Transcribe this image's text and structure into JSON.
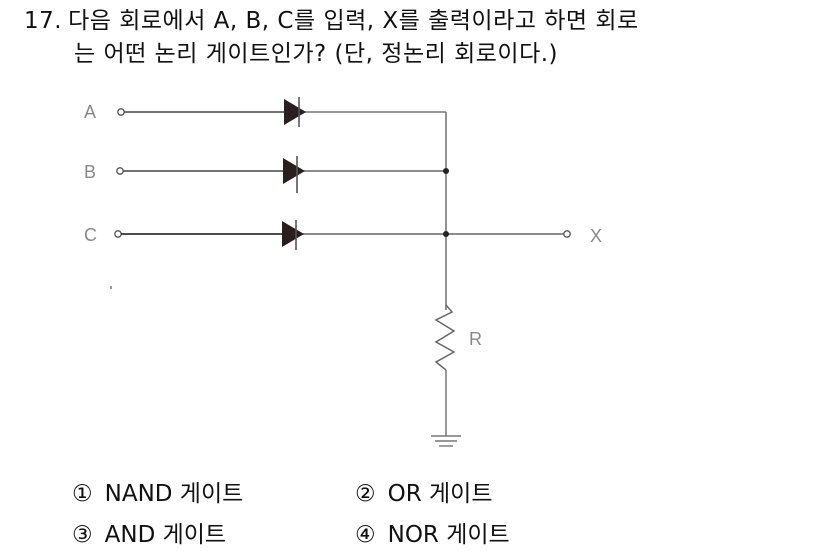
{
  "question": {
    "number": "17.",
    "line1": "다음 회로에서 A, B, C를 입력, X를 출력이라고 하면 회로",
    "line2": "는 어떤 논리 게이트인가? (단, 정논리 회로이다.)"
  },
  "diagram": {
    "inputs": [
      "A",
      "B",
      "C"
    ],
    "output": "X",
    "resistor_label": "R",
    "components": [
      "diode-A",
      "diode-B",
      "diode-C",
      "resistor-R",
      "ground"
    ]
  },
  "choices": [
    {
      "mark": "①",
      "label": "NAND 게이트"
    },
    {
      "mark": "②",
      "label": "OR 게이트"
    },
    {
      "mark": "③",
      "label": "AND 게이트"
    },
    {
      "mark": "④",
      "label": "NOR 게이트"
    }
  ]
}
